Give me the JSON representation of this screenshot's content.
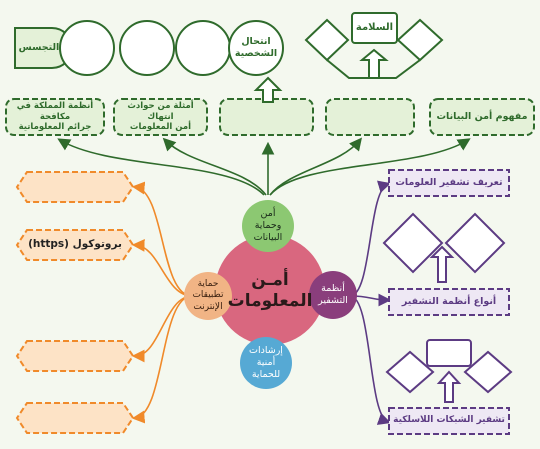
{
  "center": {
    "title": "أمـن\nالمعلومات"
  },
  "petals": {
    "top": "أمن\nوحماية\nالبيانات",
    "right": "أنظمة\nالتشفير",
    "bottom": "إرشادات\nأمنية\nللحماية",
    "left": "حماية\nتطبيقات\nالإنترنت"
  },
  "top_branch": {
    "boxes": [
      "مفهوم أمن البيانات",
      "",
      "",
      "أمثلة من حوادث انتهاك\nأمن المعلومات",
      "أنظمة المملكة في مكافحة\nجرائم المعلوماتية"
    ]
  },
  "safety_group": {
    "title": "السلامة"
  },
  "chain_group": {
    "start_label": "انتحال\nالشخصية",
    "end_label": "التجسس"
  },
  "left_branch": {
    "boxes": [
      "",
      "بروتوكول (https)",
      "",
      ""
    ]
  },
  "right_branch": {
    "boxes": [
      "تعريف تشفير العلومات",
      "أنواع أنظمة التشفير",
      "تشفير الشبكات اللاسلكية"
    ]
  },
  "colors": {
    "dark_green": "#2f6b2c",
    "light_green": "#e4f1d8",
    "center_pink": "#d9677f",
    "green_petal": "#8cc872",
    "purple_petal": "#8a3e7c",
    "orange_petal": "#f1b485",
    "blue_petal": "#56a9d4",
    "orange": "#f08a2a",
    "orange_fill": "#fde3c6",
    "purple": "#5c3b83",
    "purple_fill": "#eee8f4"
  }
}
